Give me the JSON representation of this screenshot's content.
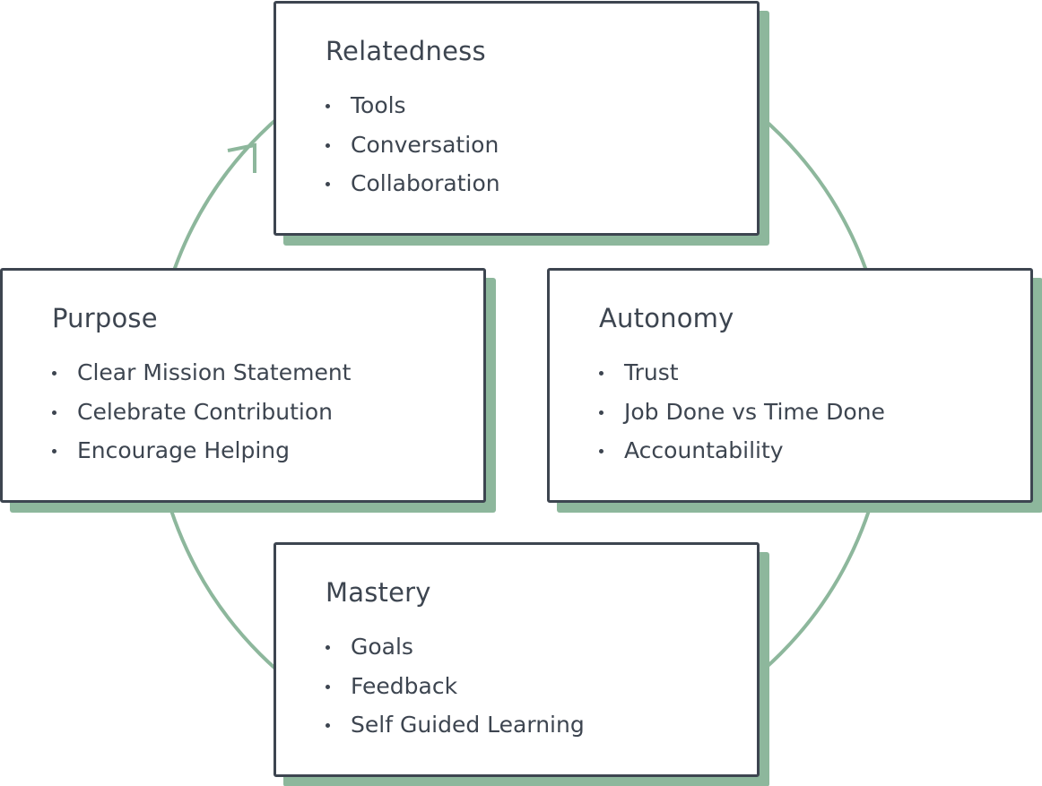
{
  "colors": {
    "ring": "#8db79c",
    "shadow": "#8db79c",
    "border": "#3d4550",
    "text": "#3d4550"
  },
  "icons": {
    "ring": "cycle-arrow",
    "bullet": "bullet-dot"
  },
  "cards": {
    "relatedness": {
      "title": "Relatedness",
      "items": [
        "Tools",
        "Conversation",
        "Collaboration"
      ]
    },
    "purpose": {
      "title": "Purpose",
      "items": [
        "Clear Mission Statement",
        "Celebrate Contribution",
        "Encourage Helping"
      ]
    },
    "autonomy": {
      "title": "Autonomy",
      "items": [
        "Trust",
        "Job Done vs Time Done",
        "Accountability"
      ]
    },
    "mastery": {
      "title": "Mastery",
      "items": [
        "Goals",
        "Feedback",
        "Self Guided Learning"
      ]
    }
  }
}
